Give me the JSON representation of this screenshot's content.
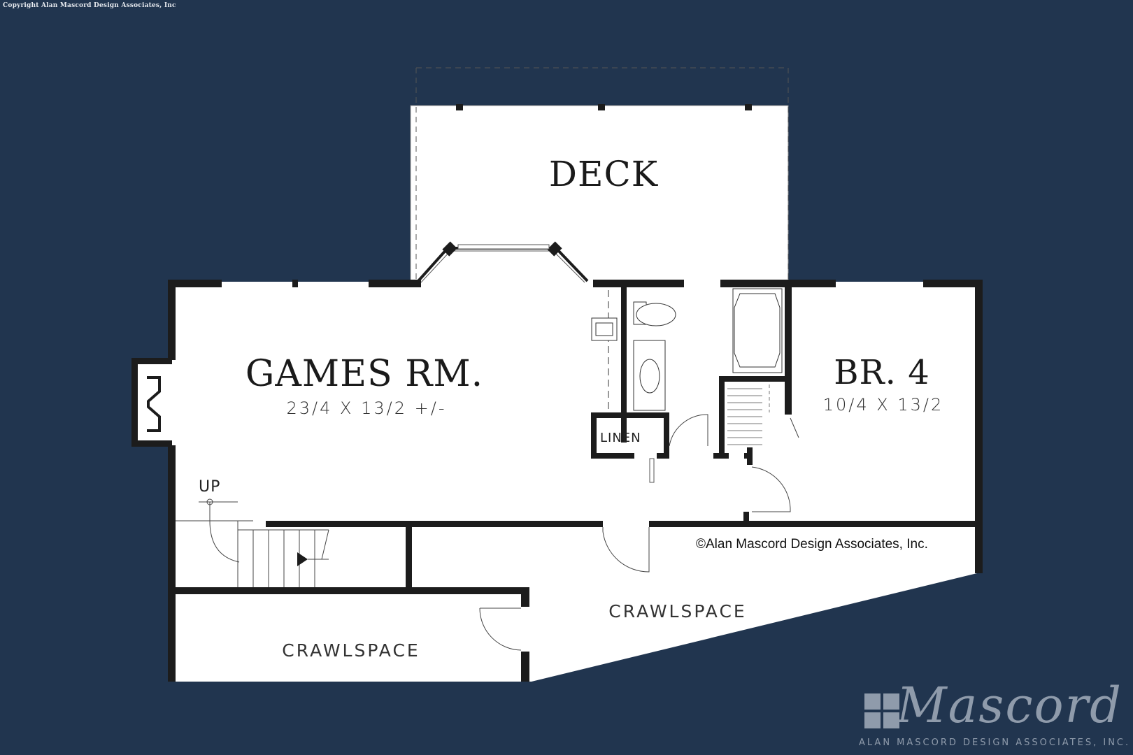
{
  "header": {
    "copyright": "Copyright Alan Mascord Design Associates, Inc"
  },
  "rooms": {
    "deck": {
      "title": "DECK"
    },
    "games_room": {
      "title": "GAMES RM.",
      "dimensions": "23/4 X 13/2 +/-"
    },
    "bedroom4": {
      "title": "BR. 4",
      "dimensions": "10/4 X 13/2"
    },
    "linen": {
      "label": "LINEN"
    },
    "stairs": {
      "label": "UP"
    },
    "crawlspace_right": {
      "label": "CRAWLSPACE"
    },
    "crawlspace_left": {
      "label": "CRAWLSPACE"
    }
  },
  "plan_copyright": "©Alan Mascord Design Associates, Inc.",
  "logo": {
    "script": "Mascord",
    "subtitle": "ALAN MASCORD DESIGN ASSOCIATES, INC."
  },
  "colors": {
    "background": "#21354f",
    "floor": "#ffffff",
    "wall": "#1c1c1c",
    "logo": "#8f9bab"
  }
}
